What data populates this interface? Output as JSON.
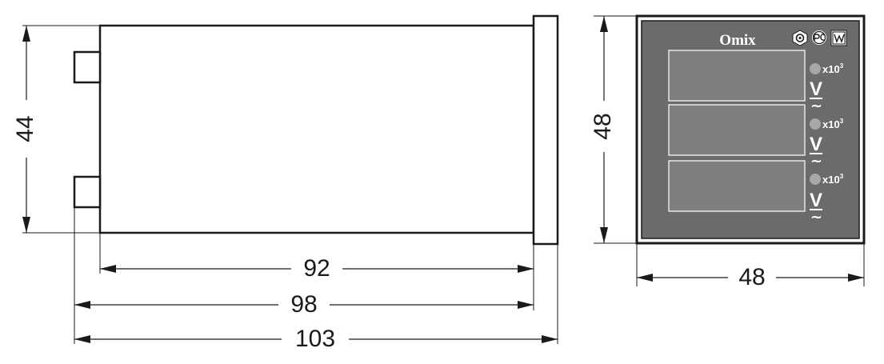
{
  "dimensions": {
    "side_height": "44",
    "body_length": "92",
    "length_without_front": "98",
    "total_length": "103",
    "front_height": "48",
    "front_width": "48"
  },
  "front_panel": {
    "brand": "Omix",
    "certification_icons": [
      "gost-circle-icon",
      "pct-mark-icon",
      "quality-mark-icon"
    ],
    "channels": [
      {
        "multiplier": "x10",
        "exponent": "3",
        "unit": "V",
        "ac_symbol": "~"
      },
      {
        "multiplier": "x10",
        "exponent": "3",
        "unit": "V",
        "ac_symbol": "~"
      },
      {
        "multiplier": "x10",
        "exponent": "3",
        "unit": "V",
        "ac_symbol": "~"
      }
    ]
  },
  "colors": {
    "panel_fill": "#6b6b6b",
    "display_fill": "#7f7f7f",
    "indicator_led": "#a8a8a8",
    "line": "#1a1a1a"
  }
}
